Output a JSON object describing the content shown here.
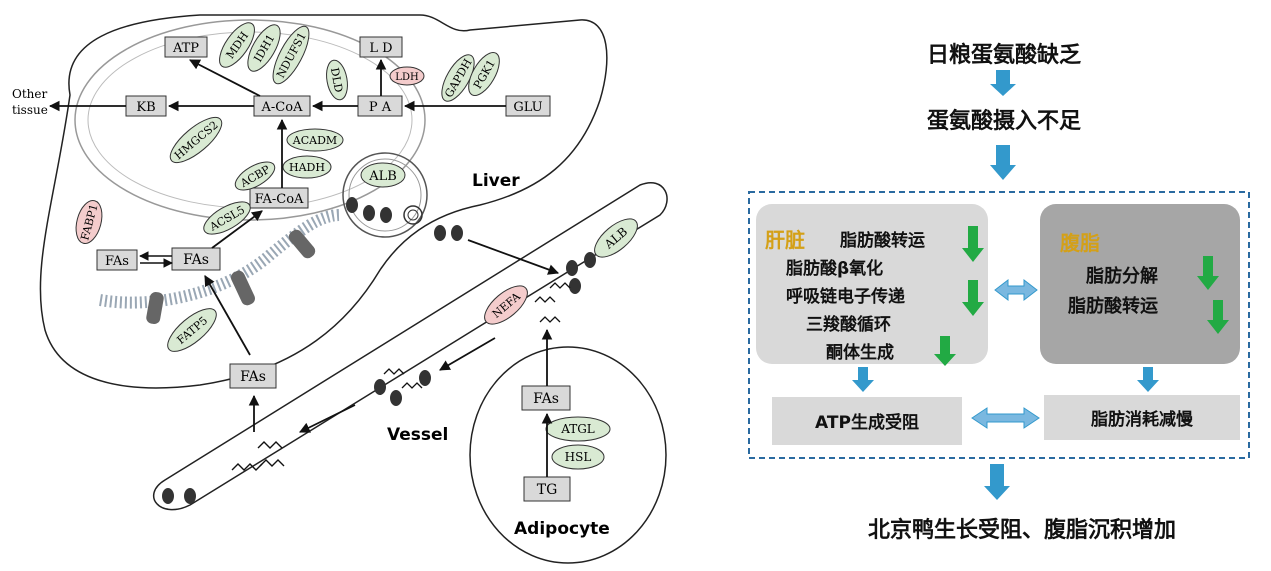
{
  "liver": {
    "title": "Liver",
    "boxes": {
      "atp": "ATP",
      "ld": "L D",
      "kb": "KB",
      "acoa": "A-CoA",
      "pa": "P A",
      "glu": "GLU",
      "facoa": "FA-CoA",
      "fas_liver1": "FAs",
      "fas_liver2": "FAs"
    },
    "enzymes": {
      "mdh": "MDH",
      "idh1": "IDH1",
      "ndufs1": "NDUFS1",
      "dld": "DLD",
      "ldh": "LDH",
      "gapdh": "GAPDH",
      "pgk1": "PGK1",
      "hmgcs2": "HMGCS2",
      "acadm": "ACADM",
      "hadh": "HADH",
      "acbp": "ACBP",
      "acsl5": "ACSL5",
      "fabp1": "FABP1",
      "fatp5": "FATP5",
      "alb": "ALB"
    },
    "other_tissue": [
      "Other",
      "tissue"
    ]
  },
  "vessel": {
    "title": "Vessel",
    "nefa": "NEFA",
    "alb": "ALB",
    "fas": "FAs"
  },
  "adipocyte": {
    "title": "Adipocyte",
    "fas": "FAs",
    "atgl": "ATGL",
    "hsl": "HSL",
    "tg": "TG"
  },
  "flow": {
    "top1": "日粮蛋氨酸缺乏",
    "top2": "蛋氨酸摄入不足",
    "liver_label": "肝脏",
    "liver_items": [
      "脂肪酸转运",
      "脂肪酸β氧化",
      "呼吸链电子传递",
      "三羧酸循环",
      "酮体生成"
    ],
    "fat_label": "腹脂",
    "fat_items": [
      "脂肪分解",
      "脂肪酸转运"
    ],
    "atp_block": "ATP生成受阻",
    "fat_consume": "脂肪消耗减慢",
    "bottom": "北京鸭生长受阻、腹脂沉积增加"
  },
  "colors": {
    "box_fill": "#d9d9d9",
    "enzyme_green": "#d9ead3",
    "enzyme_pink": "#f4cccc",
    "arrow_blue": "#3399cc",
    "arrow_green": "#22aa44",
    "gold": "#d4a017"
  }
}
